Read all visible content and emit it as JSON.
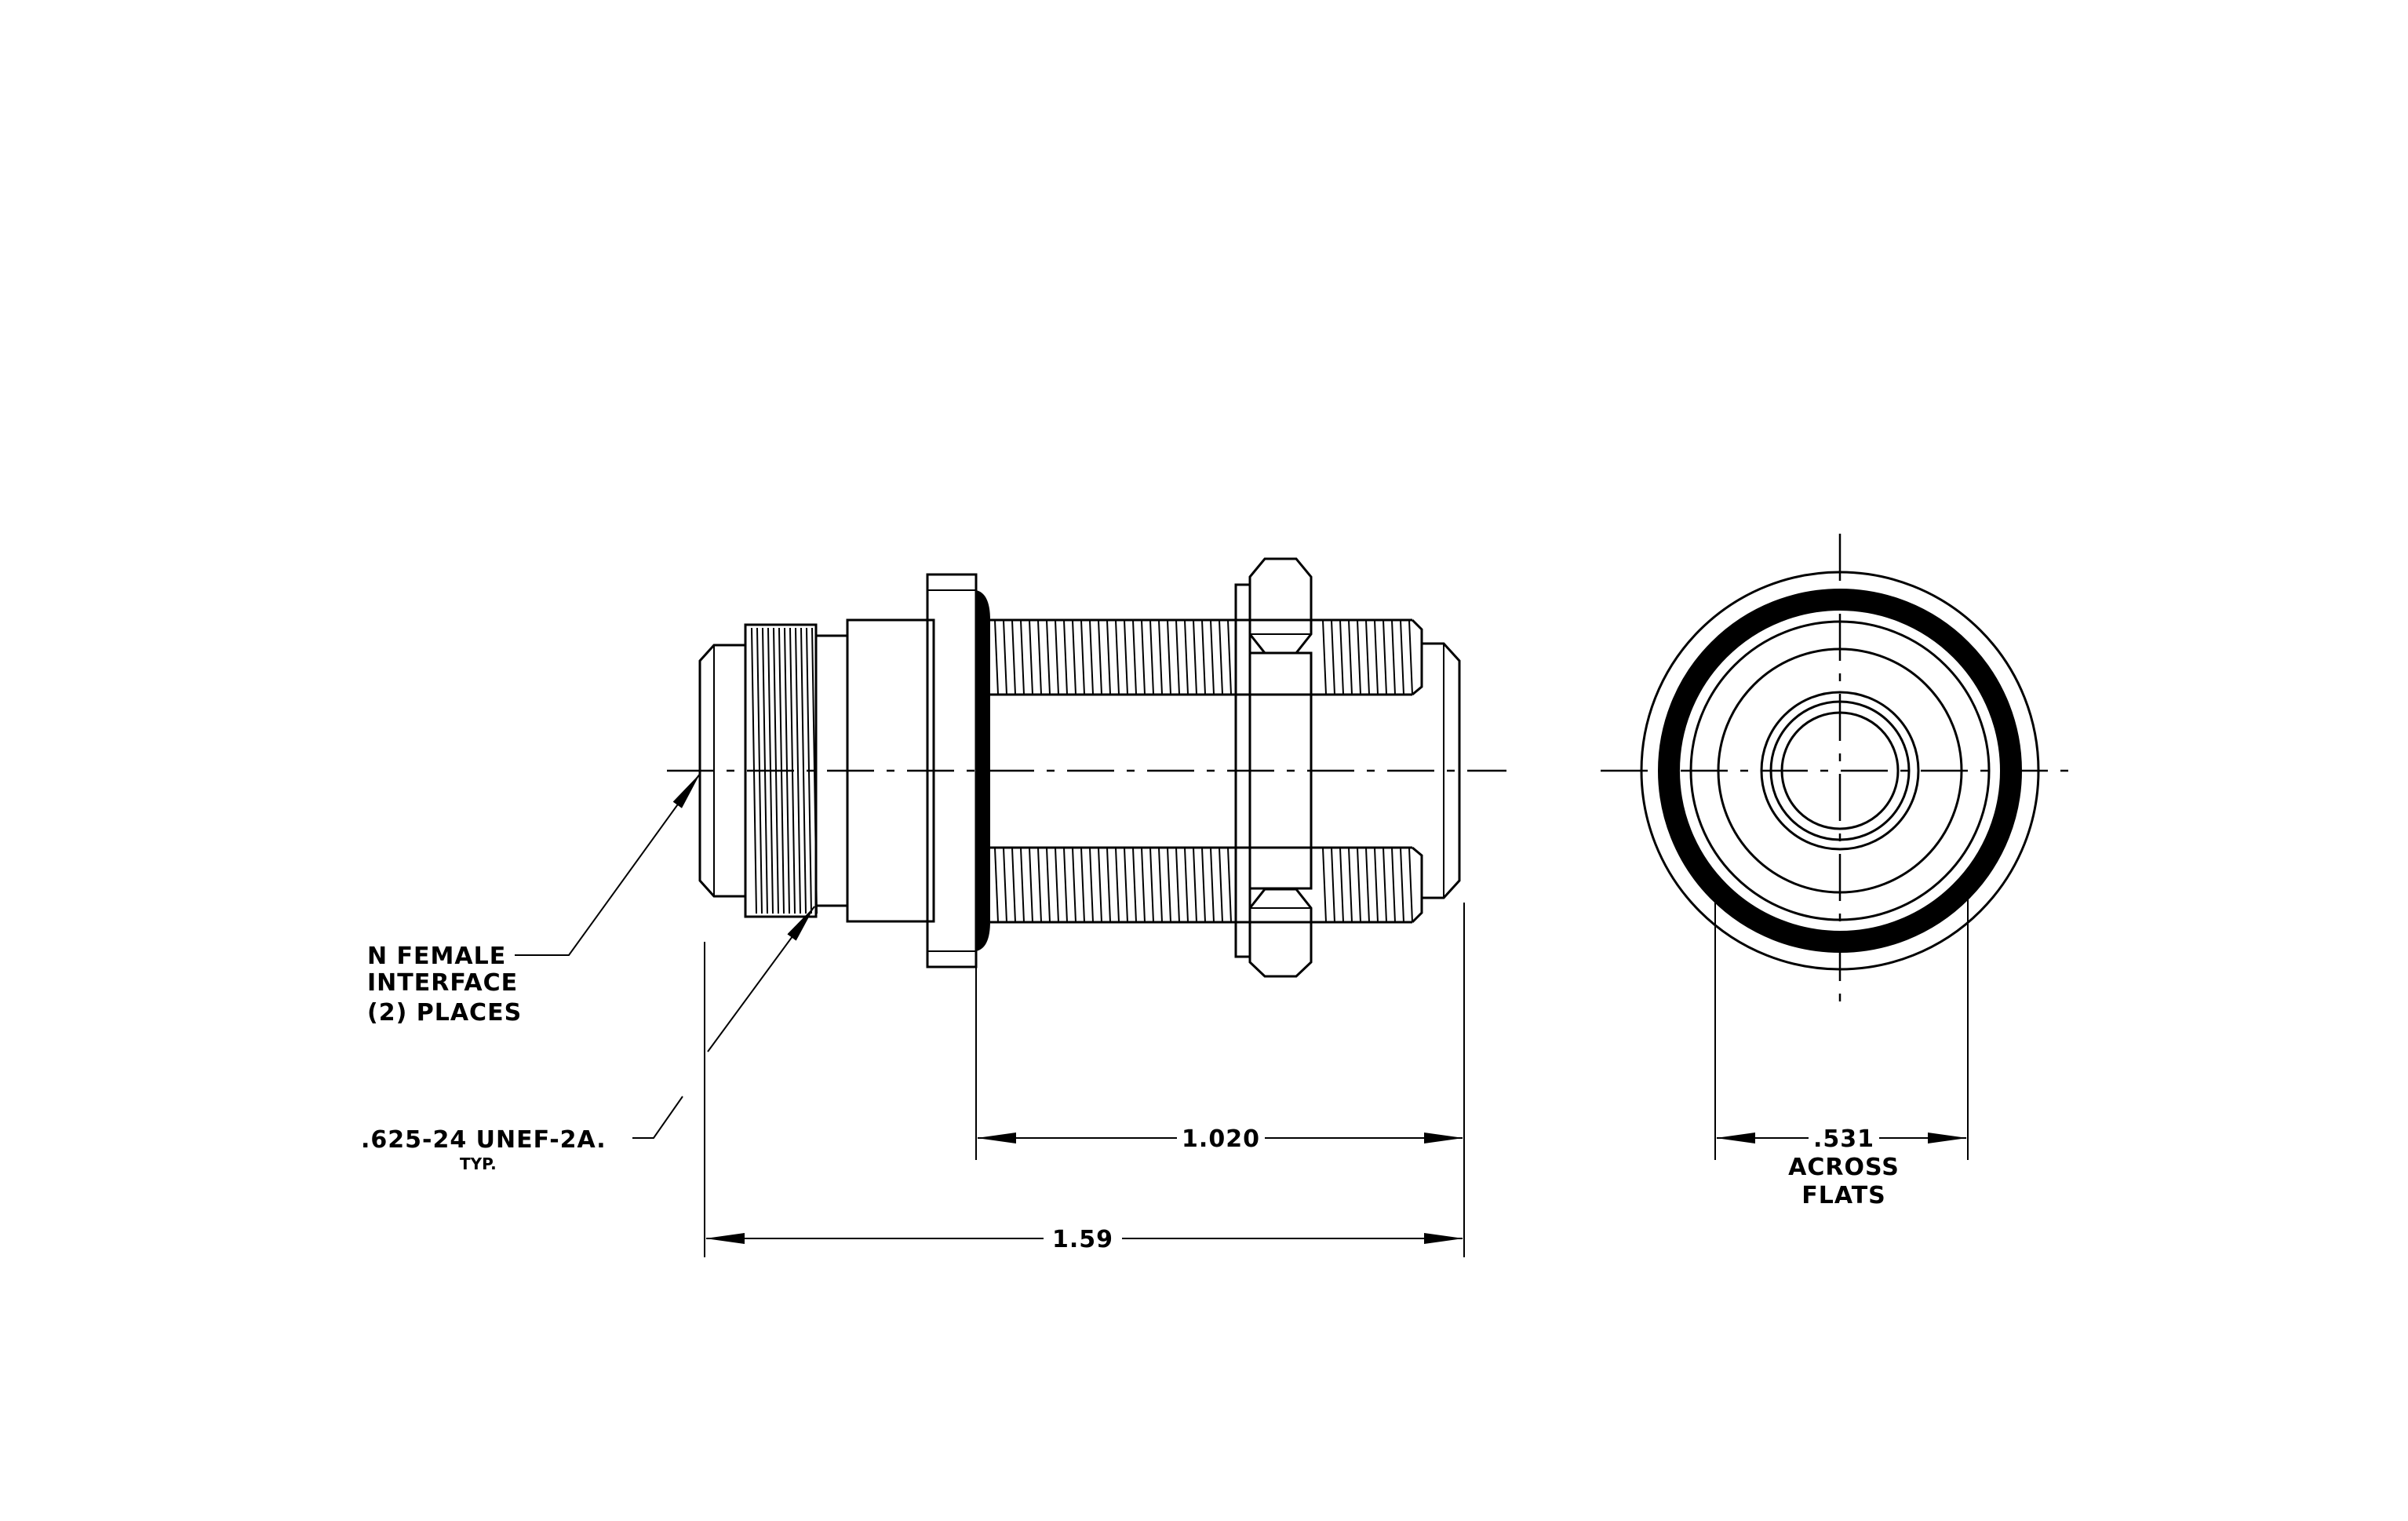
{
  "callouts": {
    "interface_line1": "N FEMALE",
    "interface_line2": "INTERFACE",
    "interface_line3": "(2)  PLACES",
    "thread_spec": ".625-24 UNEF-2A.",
    "thread_typ": "TYP."
  },
  "dimensions": {
    "mid_length": "1.020",
    "overall_length": "1.59",
    "hex_flats_value": ".531",
    "hex_flats_line1": "ACROSS",
    "hex_flats_line2": "FLATS"
  }
}
